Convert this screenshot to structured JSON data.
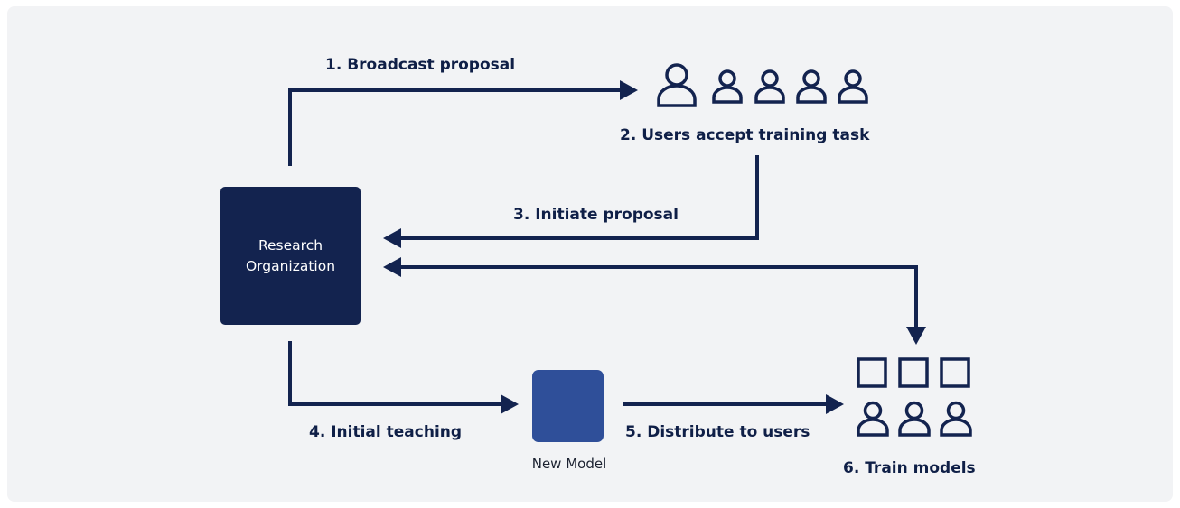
{
  "steps": {
    "broadcast": "1. Broadcast proposal",
    "accept": "2. Users accept training task",
    "initiate": "3. Initiate proposal",
    "teaching": "4. Initial teaching",
    "distribute": "5. Distribute to users",
    "train": "6. Train models"
  },
  "nodes": {
    "organization": "Research Organization",
    "model": "New Model"
  },
  "icons": {
    "users_top": "user-icon",
    "screens": "screen-icon",
    "users_bottom": "user-icon"
  },
  "colors": {
    "background": "#f2f3f5",
    "arrow": "#13234f",
    "organization": "#13234f",
    "model": "#2f4f99"
  }
}
